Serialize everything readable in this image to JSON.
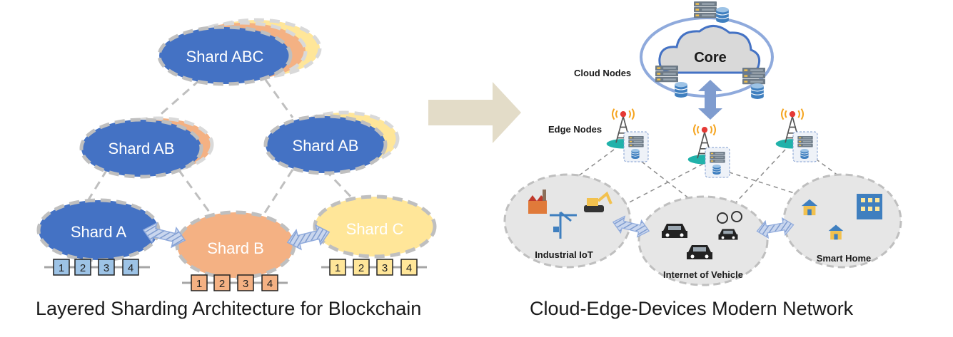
{
  "left": {
    "caption": "Layered Sharding Architecture for Blockchain",
    "shards": {
      "top": "Shard ABC",
      "mid_left": "Shard AB",
      "mid_right": "Shard AB",
      "a": "Shard A",
      "b": "Shard B",
      "c": "Shard C"
    },
    "blocks": [
      "1",
      "2",
      "3",
      "4"
    ]
  },
  "right": {
    "caption": "Cloud-Edge-Devices Modern Network",
    "core_label": "Core",
    "cloud_nodes_label": "Cloud Nodes",
    "edge_nodes_label": "Edge Nodes",
    "domains": {
      "industrial": "Industrial IoT",
      "vehicle": "Internet of Vehicle",
      "home": "Smart Home"
    }
  },
  "colors": {
    "shard_blue": "#4472c4",
    "shard_orange": "#f4b183",
    "shard_yellow": "#ffe699",
    "dash_gray": "#bfbfbf",
    "block_blue": "#9dc3e6",
    "block_orange": "#f4b183",
    "block_yellow": "#ffe699",
    "arrow_tan": "#e3dcc8",
    "ring_blue": "#8faadc",
    "cloud_gray": "#d9d9d9",
    "teal": "#20b2aa"
  }
}
